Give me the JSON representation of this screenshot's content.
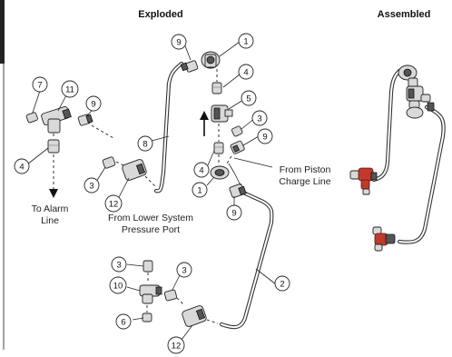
{
  "headers": {
    "exploded": "Exploded",
    "assembled": "Assembled"
  },
  "labels": {
    "alarm_line": [
      "To Alarm",
      "Line"
    ],
    "lower_system": [
      "From Lower System",
      "Pressure Port"
    ],
    "piston_charge": [
      "From Piston",
      "Charge Line"
    ]
  },
  "callouts": {
    "c9_top": "9",
    "c1_top": "1",
    "c4_top": "4",
    "c5": "5",
    "c3_mid": "3",
    "c9_mid": "9",
    "c8": "8",
    "c4_mid": "4",
    "c1_mid": "1",
    "c9_low": "9",
    "c7": "7",
    "c11": "11",
    "c9_left": "9",
    "c4_left": "4",
    "c3_left": "3",
    "c12_left": "12",
    "c3_bot_l": "3",
    "c3_bot_r": "3",
    "c10": "10",
    "c6": "6",
    "c12_bot": "12",
    "c2": "2"
  }
}
